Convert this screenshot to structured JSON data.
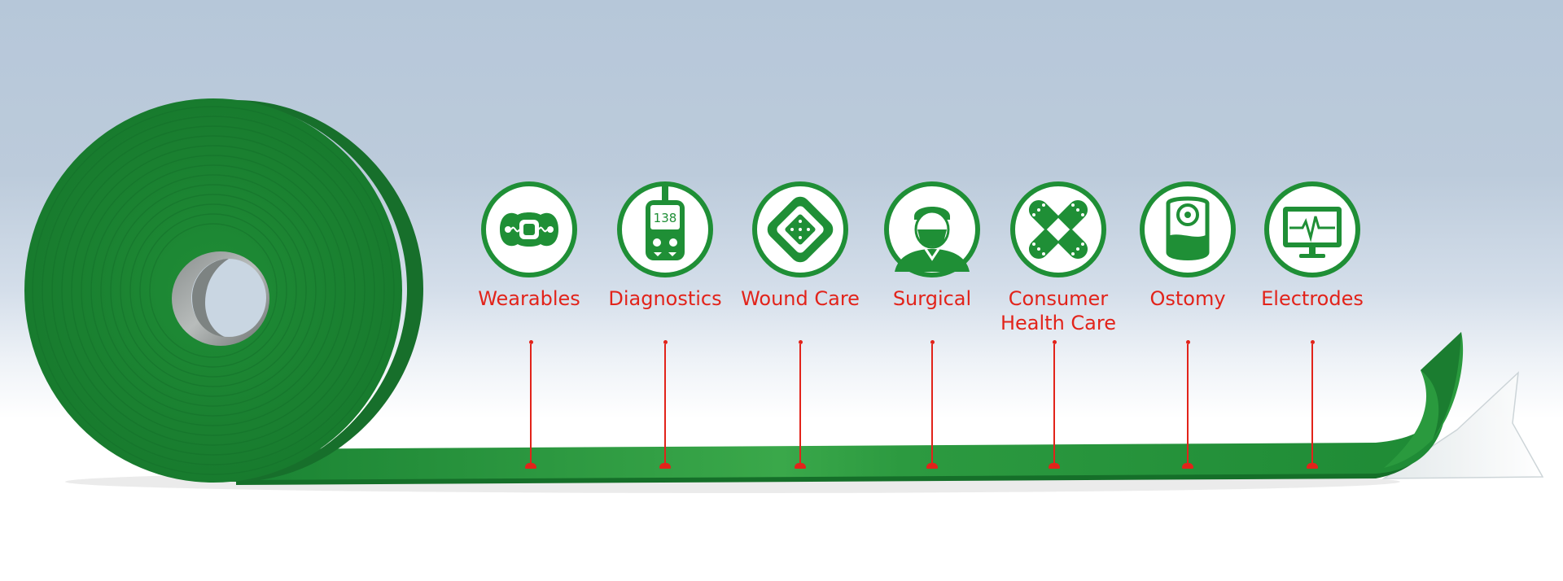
{
  "colors": {
    "tape_green": "#1f8f36",
    "tape_dark": "#146b27",
    "accent_red": "#e2231a",
    "background_top": "#b6c7d9"
  },
  "categories": [
    {
      "label": "Wearables",
      "icon": "wearable-sensor-icon"
    },
    {
      "label": "Diagnostics",
      "icon": "glucose-meter-icon",
      "display": "138"
    },
    {
      "label": "Wound Care",
      "icon": "wound-dressing-icon"
    },
    {
      "label": "Surgical",
      "icon": "surgeon-icon"
    },
    {
      "label": "Consumer\nHealth Care",
      "icon": "crossed-bandages-icon"
    },
    {
      "label": "Ostomy",
      "icon": "ostomy-bag-icon"
    },
    {
      "label": "Electrodes",
      "icon": "ecg-monitor-icon"
    }
  ]
}
